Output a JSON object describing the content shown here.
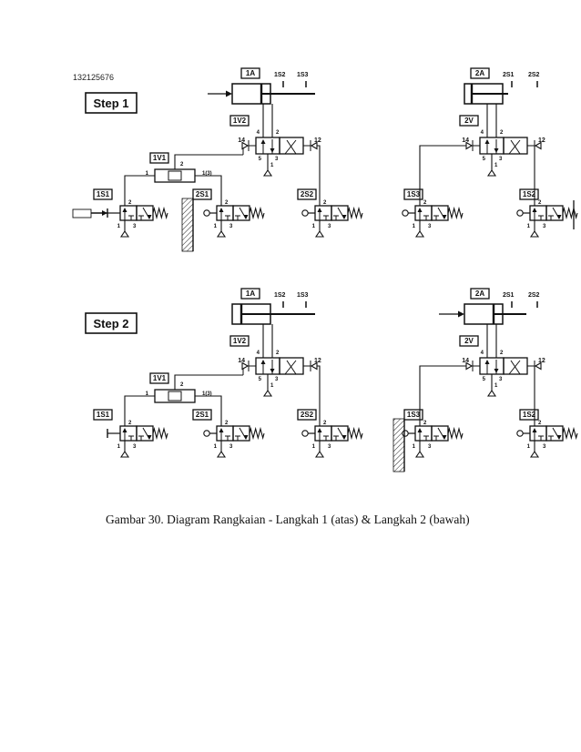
{
  "figure_id": "132125676",
  "caption": "Gambar 30. Diagram Rangkaian - Langkah 1 (atas) & Langkah 2 (bawah)",
  "steps": [
    {
      "title": "Step 1",
      "left": {
        "cyl_tag": "1A",
        "sensor_a": "1S2",
        "sensor_b": "1S3",
        "main_valve_tag": "1V2",
        "port_14": "14",
        "port_12": "12",
        "port_4": "4",
        "port_2": "2",
        "port_5": "5",
        "port_1": "1",
        "port_3": "3",
        "or_tag": "1V1",
        "or_in_1": "1",
        "or_in_2": "1(3)",
        "or_out": "2",
        "valves": [
          {
            "tag": "1S1",
            "p2": "2",
            "p1": "1",
            "p3": "3"
          },
          {
            "tag": "2S1",
            "p2": "2",
            "p1": "1",
            "p3": "3"
          },
          {
            "tag": "2S2",
            "p2": "2",
            "p1": "1",
            "p3": "3"
          }
        ]
      },
      "right": {
        "cyl_tag": "2A",
        "sensor_a": "2S1",
        "sensor_b": "2S2",
        "main_valve_tag": "2V",
        "port_14": "14",
        "port_12": "12",
        "port_4": "4",
        "port_2": "2",
        "port_5": "5",
        "port_1": "1",
        "port_3": "3",
        "valves": [
          {
            "tag": "1S3",
            "p2": "2",
            "p1": "1",
            "p3": "3"
          },
          {
            "tag": "1S2",
            "p2": "2",
            "p1": "1",
            "p3": "3"
          }
        ]
      }
    },
    {
      "title": "Step 2",
      "left": {
        "cyl_tag": "1A",
        "sensor_a": "1S2",
        "sensor_b": "1S3",
        "main_valve_tag": "1V2",
        "port_14": "14",
        "port_12": "12",
        "port_4": "4",
        "port_2": "2",
        "port_5": "5",
        "port_1": "1",
        "port_3": "3",
        "or_tag": "1V1",
        "or_in_1": "1",
        "or_in_2": "1(3)",
        "or_out": "2",
        "valves": [
          {
            "tag": "1S1",
            "p2": "2",
            "p1": "1",
            "p3": "3"
          },
          {
            "tag": "2S1",
            "p2": "2",
            "p1": "1",
            "p3": "3"
          },
          {
            "tag": "2S2",
            "p2": "2",
            "p1": "1",
            "p3": "3"
          }
        ]
      },
      "right": {
        "cyl_tag": "2A",
        "sensor_a": "2S1",
        "sensor_b": "2S2",
        "main_valve_tag": "2V",
        "port_14": "14",
        "port_12": "12",
        "port_4": "4",
        "port_2": "2",
        "port_5": "5",
        "port_1": "1",
        "port_3": "3",
        "valves": [
          {
            "tag": "1S3",
            "p2": "2",
            "p1": "1",
            "p3": "3"
          },
          {
            "tag": "1S2",
            "p2": "2",
            "p1": "1",
            "p3": "3"
          }
        ]
      }
    }
  ]
}
